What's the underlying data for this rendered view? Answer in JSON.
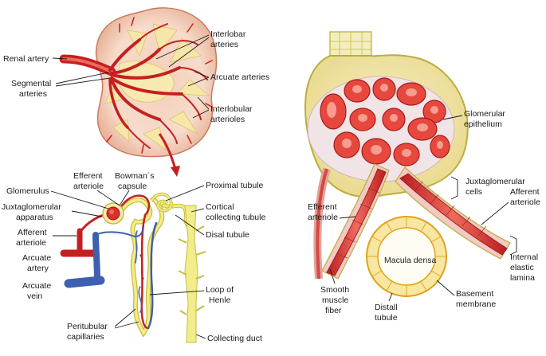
{
  "diagram": {
    "kidney_labels": {
      "renal_artery": "Renal artery",
      "segmental_1": "Segmental",
      "segmental_2": "arteries",
      "interlobar_1": "Interlobar",
      "interlobar_2": "arteries",
      "arcuate": "Arcuate arteries",
      "interlobular_1": "Interlobular",
      "interlobular_2": "arterioles"
    },
    "nephron_labels": {
      "glomerulus": "Glomerulus",
      "efferent_1": "Efferent",
      "efferent_2": "arteriole",
      "bowman_1": "Bowman´s",
      "bowman_2": "capsule",
      "juxta_app_1": "Juxtaglomerular",
      "juxta_app_2": "apparatus",
      "afferent_1": "Afferent",
      "afferent_2": "arteriole",
      "arcuate_artery_1": "Arcuate",
      "arcuate_artery_2": "artery",
      "arcuate_vein_1": "Arcuate",
      "arcuate_vein_2": "vein",
      "peritubular_1": "Peritubular",
      "peritubular_2": "capillaries",
      "proximal": "Proximal tubule",
      "cortical_1": "Cortical",
      "cortical_2": "collecting tubule",
      "distal": "Disal tubule",
      "loop_1": "Loop of",
      "loop_2": "Henle",
      "collecting_duct": "Collecting duct"
    },
    "glomerulus_labels": {
      "glom_epi_1": "Glomerular",
      "glom_epi_2": "epithelium",
      "juxta_cells_1": "Juxtaglomerular",
      "juxta_cells_2": "cells",
      "afferent_1": "Afferent",
      "afferent_2": "arteriole",
      "efferent_1": "Efferent",
      "efferent_2": "arteriole",
      "internal_1": "Internal",
      "internal_2": "elastic",
      "internal_3": "lamina",
      "macula": "Macula densa",
      "basement_1": "Basement",
      "basement_2": "membrane",
      "smooth_1": "Smooth",
      "smooth_2": "muscle",
      "smooth_3": "fiber",
      "distal_1": "Distall",
      "distal_2": "tubule"
    },
    "colors": {
      "artery": "#d8302b",
      "artery_light": "#ef6a5c",
      "vein": "#3f5fb0",
      "tubule": "#f2ec8a",
      "tubule_edge": "#c8bd3a",
      "capsule": "#f3e7a8",
      "cortex": "#f7d9c9",
      "medulla": "#efc5ad",
      "capillary_fill": "#f5e4e4",
      "macula": "#f7e7a0",
      "macula_edge": "#e0a21c"
    }
  }
}
